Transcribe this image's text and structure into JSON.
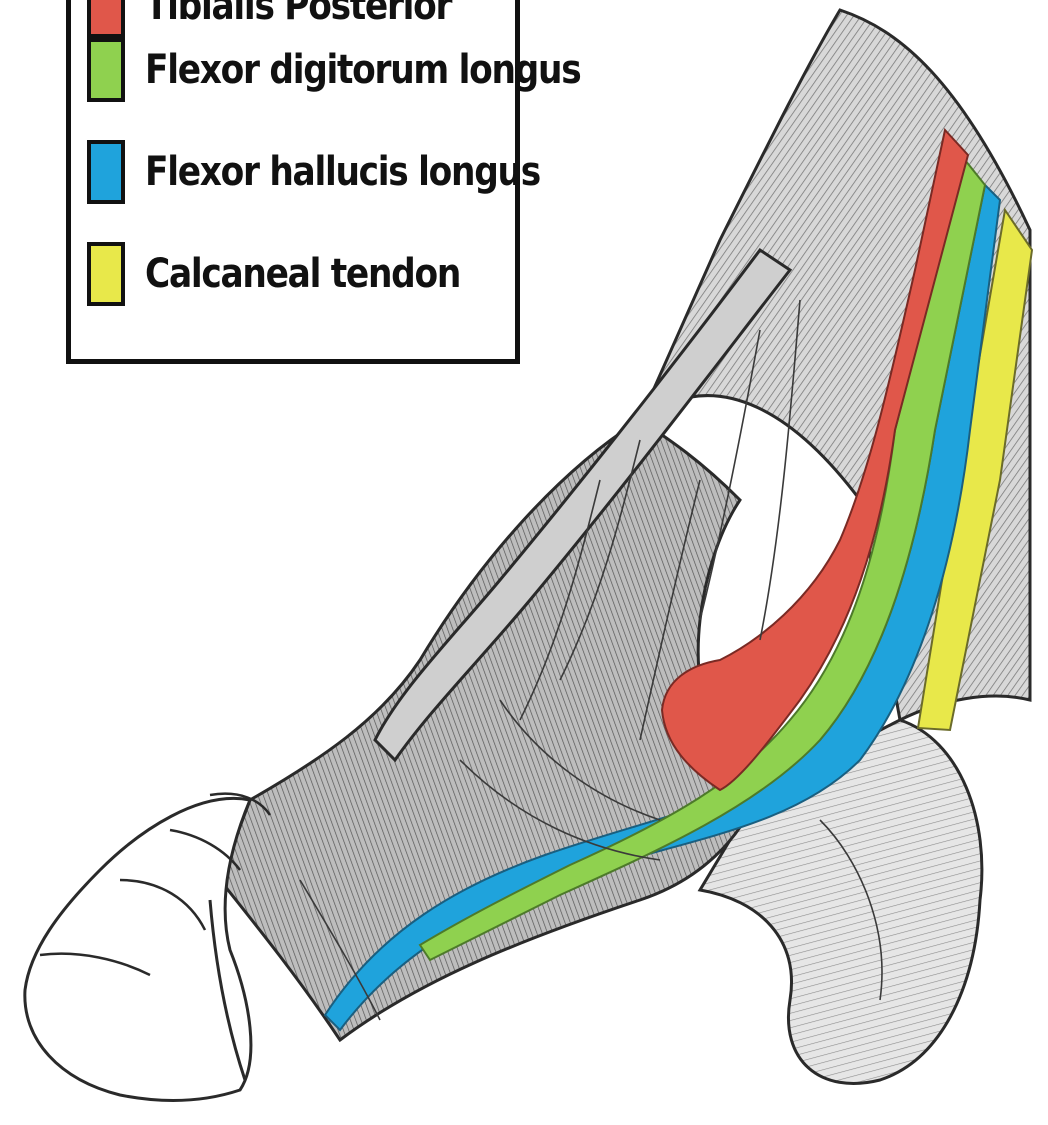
{
  "legend": {
    "items": [
      {
        "label": "Tibialis Posterior",
        "color": "#e0574a"
      },
      {
        "label": "Flexor digitorum longus",
        "color": "#8fd14f"
      },
      {
        "label": "Flexor hallucis longus",
        "color": "#1fa3dc"
      },
      {
        "label": "Calcaneal tendon",
        "color": "#e8e84a"
      }
    ]
  },
  "illustration": {
    "subject": "medial view of foot and ankle",
    "ink_color": "#2a2a2a",
    "shade_color": "#9a9a9a"
  }
}
